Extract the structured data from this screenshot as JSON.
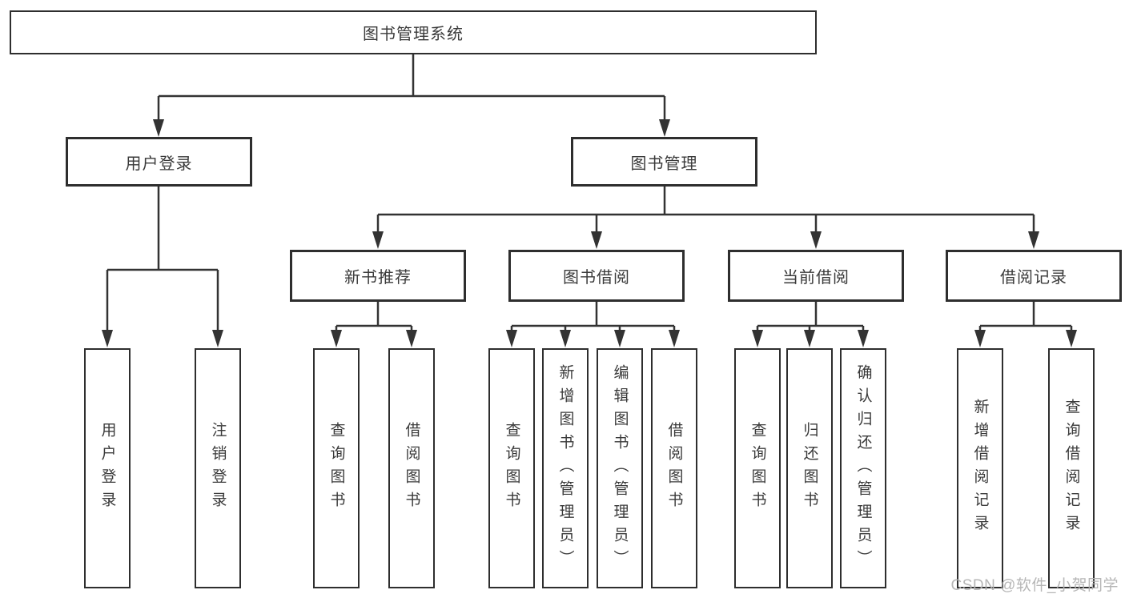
{
  "tree": {
    "root": {
      "label": "图书管理系统"
    },
    "branches": [
      {
        "label": "用户登录",
        "children": [
          {
            "label": "用户登录"
          },
          {
            "label": "注销登录"
          }
        ]
      },
      {
        "label": "图书管理",
        "sections": [
          {
            "label": "新书推荐",
            "children": [
              {
                "label": "查询图书"
              },
              {
                "label": "借阅图书"
              }
            ]
          },
          {
            "label": "图书借阅",
            "children": [
              {
                "label": "查询图书"
              },
              {
                "label": "新增图书（管理员）"
              },
              {
                "label": "编辑图书（管理员）"
              },
              {
                "label": "借阅图书"
              }
            ]
          },
          {
            "label": "当前借阅",
            "children": [
              {
                "label": "查询图书"
              },
              {
                "label": "归还图书"
              },
              {
                "label": "确认归还（管理员）"
              }
            ]
          },
          {
            "label": "借阅记录",
            "children": [
              {
                "label": "新增借阅记录"
              },
              {
                "label": "查询借阅记录"
              }
            ]
          }
        ]
      }
    ]
  },
  "watermark": {
    "text": "CSDN @软件_小贺同学"
  },
  "colors": {
    "line": "#333333",
    "box_border": "#2e2e2e",
    "text": "#3a3a3a",
    "background": "#ffffff",
    "watermark": "#b2b2b2"
  }
}
